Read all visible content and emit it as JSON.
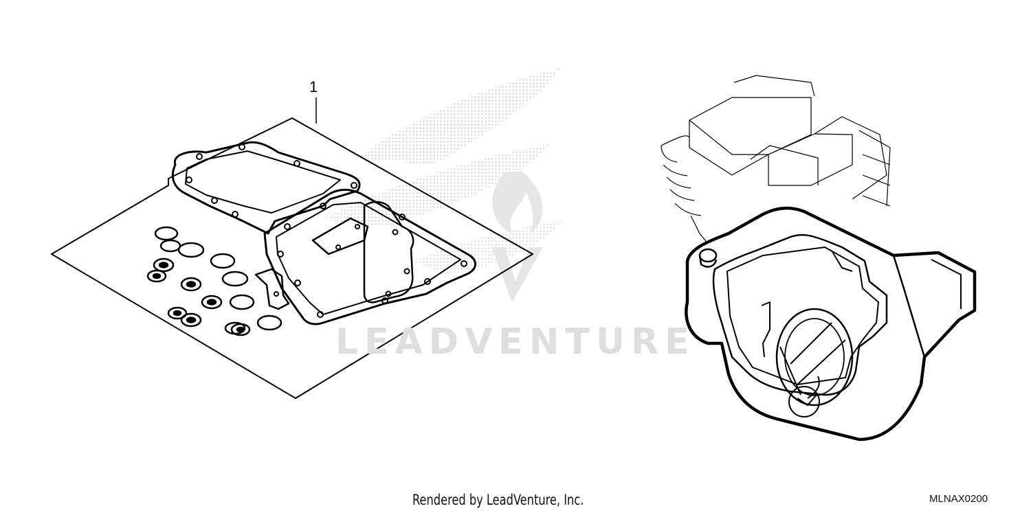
{
  "diagram": {
    "callouts": [
      {
        "label": "1"
      }
    ],
    "watermark": {
      "text": "LEADVENTURE"
    },
    "footer": {
      "credit": "Rendered by LeadVenture, Inc.",
      "code": "MLNAX0200"
    },
    "colors": {
      "line": "#000000",
      "watermark": "#dedede",
      "background": "#ffffff"
    }
  }
}
